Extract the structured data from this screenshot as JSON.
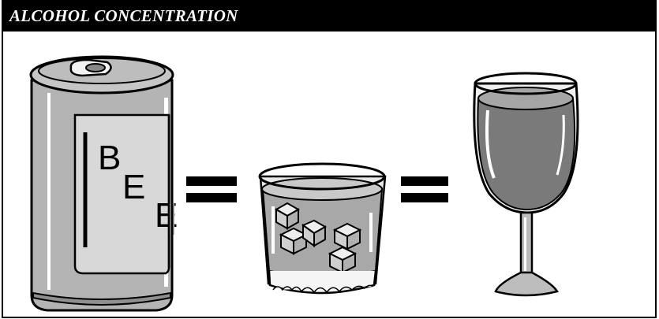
{
  "header": {
    "title": "ALCOHOL CONCENTRATION"
  },
  "beer_can": {
    "label_letters": [
      "B",
      "E",
      "E"
    ],
    "icon": "beer-can-icon"
  },
  "rocks_glass": {
    "icon": "rocks-glass-icon"
  },
  "wine_glass": {
    "icon": "wine-glass-icon"
  },
  "equals": {
    "symbol": "="
  },
  "colors": {
    "header_bg": "#000000",
    "light_gray": "#bdbdbd",
    "mid_gray": "#9a9a9a",
    "dark_gray": "#6f6f6f",
    "white": "#ffffff"
  }
}
